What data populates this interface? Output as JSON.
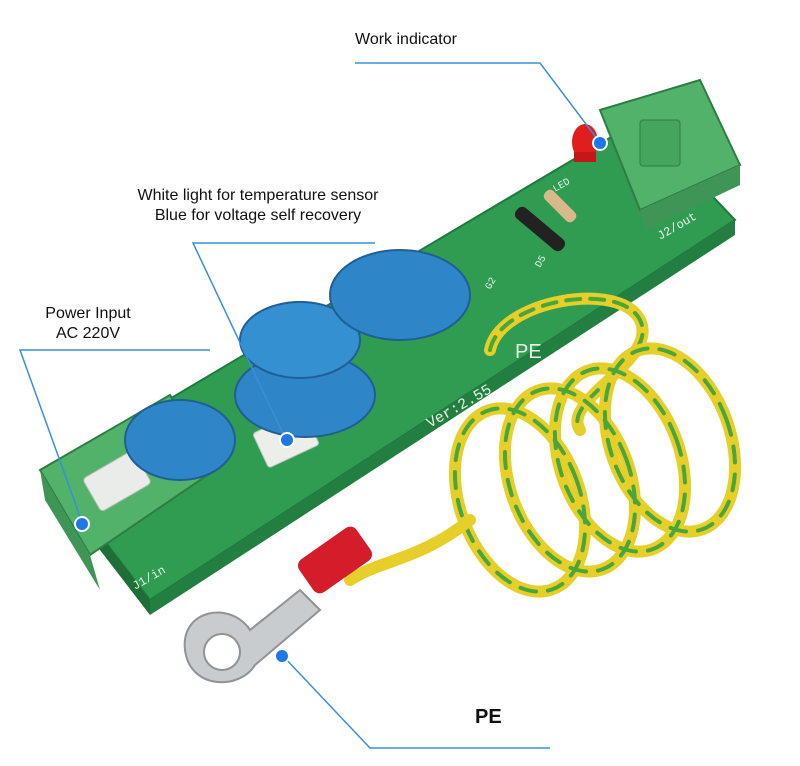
{
  "labels": {
    "work_indicator": "Work indicator",
    "white_light_line1": "White light for temperature sensor",
    "white_light_line2": "Blue for voltage self recovery",
    "power_input_line1": "Power Input",
    "power_input_line2": "AC 220V",
    "pe": "PE"
  },
  "board_text": {
    "version": "Ver:2.55",
    "pe_silkscreen": "PE",
    "j1": "J1/in",
    "j2": "J2/out",
    "led": "LED",
    "d5": "D5",
    "g2": "G2"
  },
  "colors": {
    "pcb": "#2f9c52",
    "terminal": "#52b26a",
    "varistor": "#2e86c8",
    "led": "#e01e1e",
    "wire_yellow": "#e7cf2a",
    "wire_green": "#4aa53a",
    "lug": "#c9ccce",
    "marker": "#1f76e6",
    "callout_line": "#3a8fd8"
  }
}
